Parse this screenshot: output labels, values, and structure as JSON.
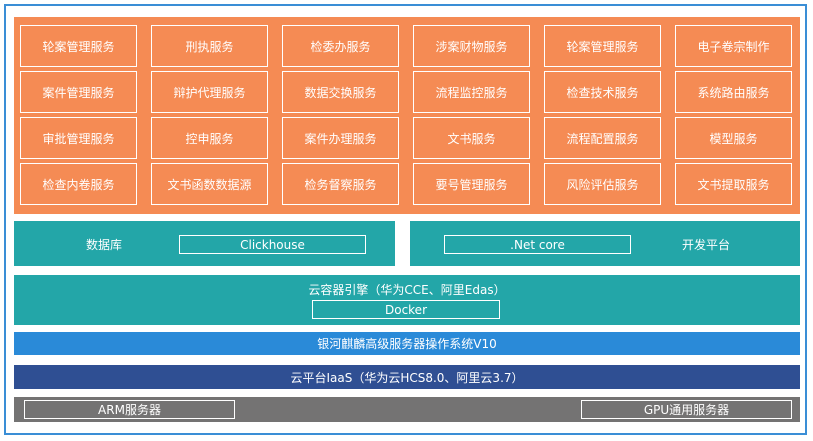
{
  "services": [
    [
      "轮案管理服务",
      "刑执服务",
      "检委办服务",
      "涉案财物服务",
      "轮案管理服务",
      "电子卷宗制作"
    ],
    [
      "案件管理服务",
      "辩护代理服务",
      "数据交换服务",
      "流程监控服务",
      "检查技术服务",
      "系统路由服务"
    ],
    [
      "审批管理服务",
      "控申服务",
      "案件办理服务",
      "文书服务",
      "流程配置服务",
      "模型服务"
    ],
    [
      "检查内卷服务",
      "文书函数数据源",
      "检务督察服务",
      "要号管理服务",
      "风险评估服务",
      "文书提取服务"
    ]
  ],
  "database": {
    "label": "数据库",
    "product": "Clickhouse"
  },
  "devplatform": {
    "product": ".Net core",
    "label": "开发平台"
  },
  "container": {
    "title": "云容器引擎（华为CCE、阿里Edas）",
    "product": "Docker"
  },
  "os": {
    "label": "银河麒麟高级服务器操作系统V10"
  },
  "iaas": {
    "label": "云平台IaaS（华为云HCS8.0、阿里云3.7）"
  },
  "hardware": {
    "left": "ARM服务器",
    "right": "GPU通用服务器"
  },
  "colors": {
    "services_bg": "#f58b54",
    "teal": "#23a6a8",
    "os_bar": "#2a8ad8",
    "iaas_bar": "#2f4f93",
    "hardware_bar": "#747373",
    "frame": "#3a8ed6"
  }
}
